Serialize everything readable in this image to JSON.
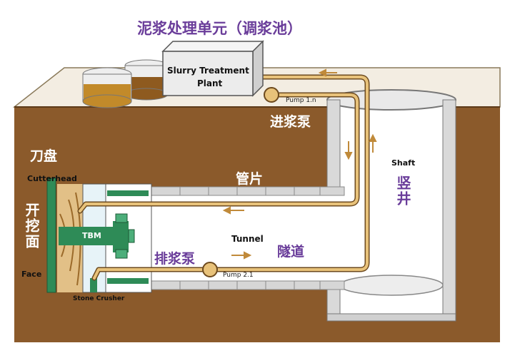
{
  "title": "泥浆处理单元（调浆池）",
  "labels": {
    "plant": "Slurry Treatment\nPlant",
    "plant_line1": "Slurry Treatment",
    "plant_line2": "Plant",
    "pump1": "Pump 1.n",
    "feed_pump_cn": "进浆泵",
    "cutterhead_cn": "刀盘",
    "cutterhead_en": "Cutterhead",
    "face_cn": "开挖面",
    "face_en": "Face",
    "tbm": "TBM",
    "stone_crusher": "Stone Crusher",
    "segments_cn": "管片",
    "tunnel_en": "Tunnel",
    "tunnel_cn": "隧道",
    "discharge_pump_cn": "排浆泵",
    "pump2": "Pump 2.1",
    "shaft_en": "Shaft",
    "shaft_cn": "竖井"
  },
  "colors": {
    "soil": "#8b5a2b",
    "pipe": "#b07a2a",
    "title": "#6a3d9a",
    "arrow": "#c08a3a"
  }
}
